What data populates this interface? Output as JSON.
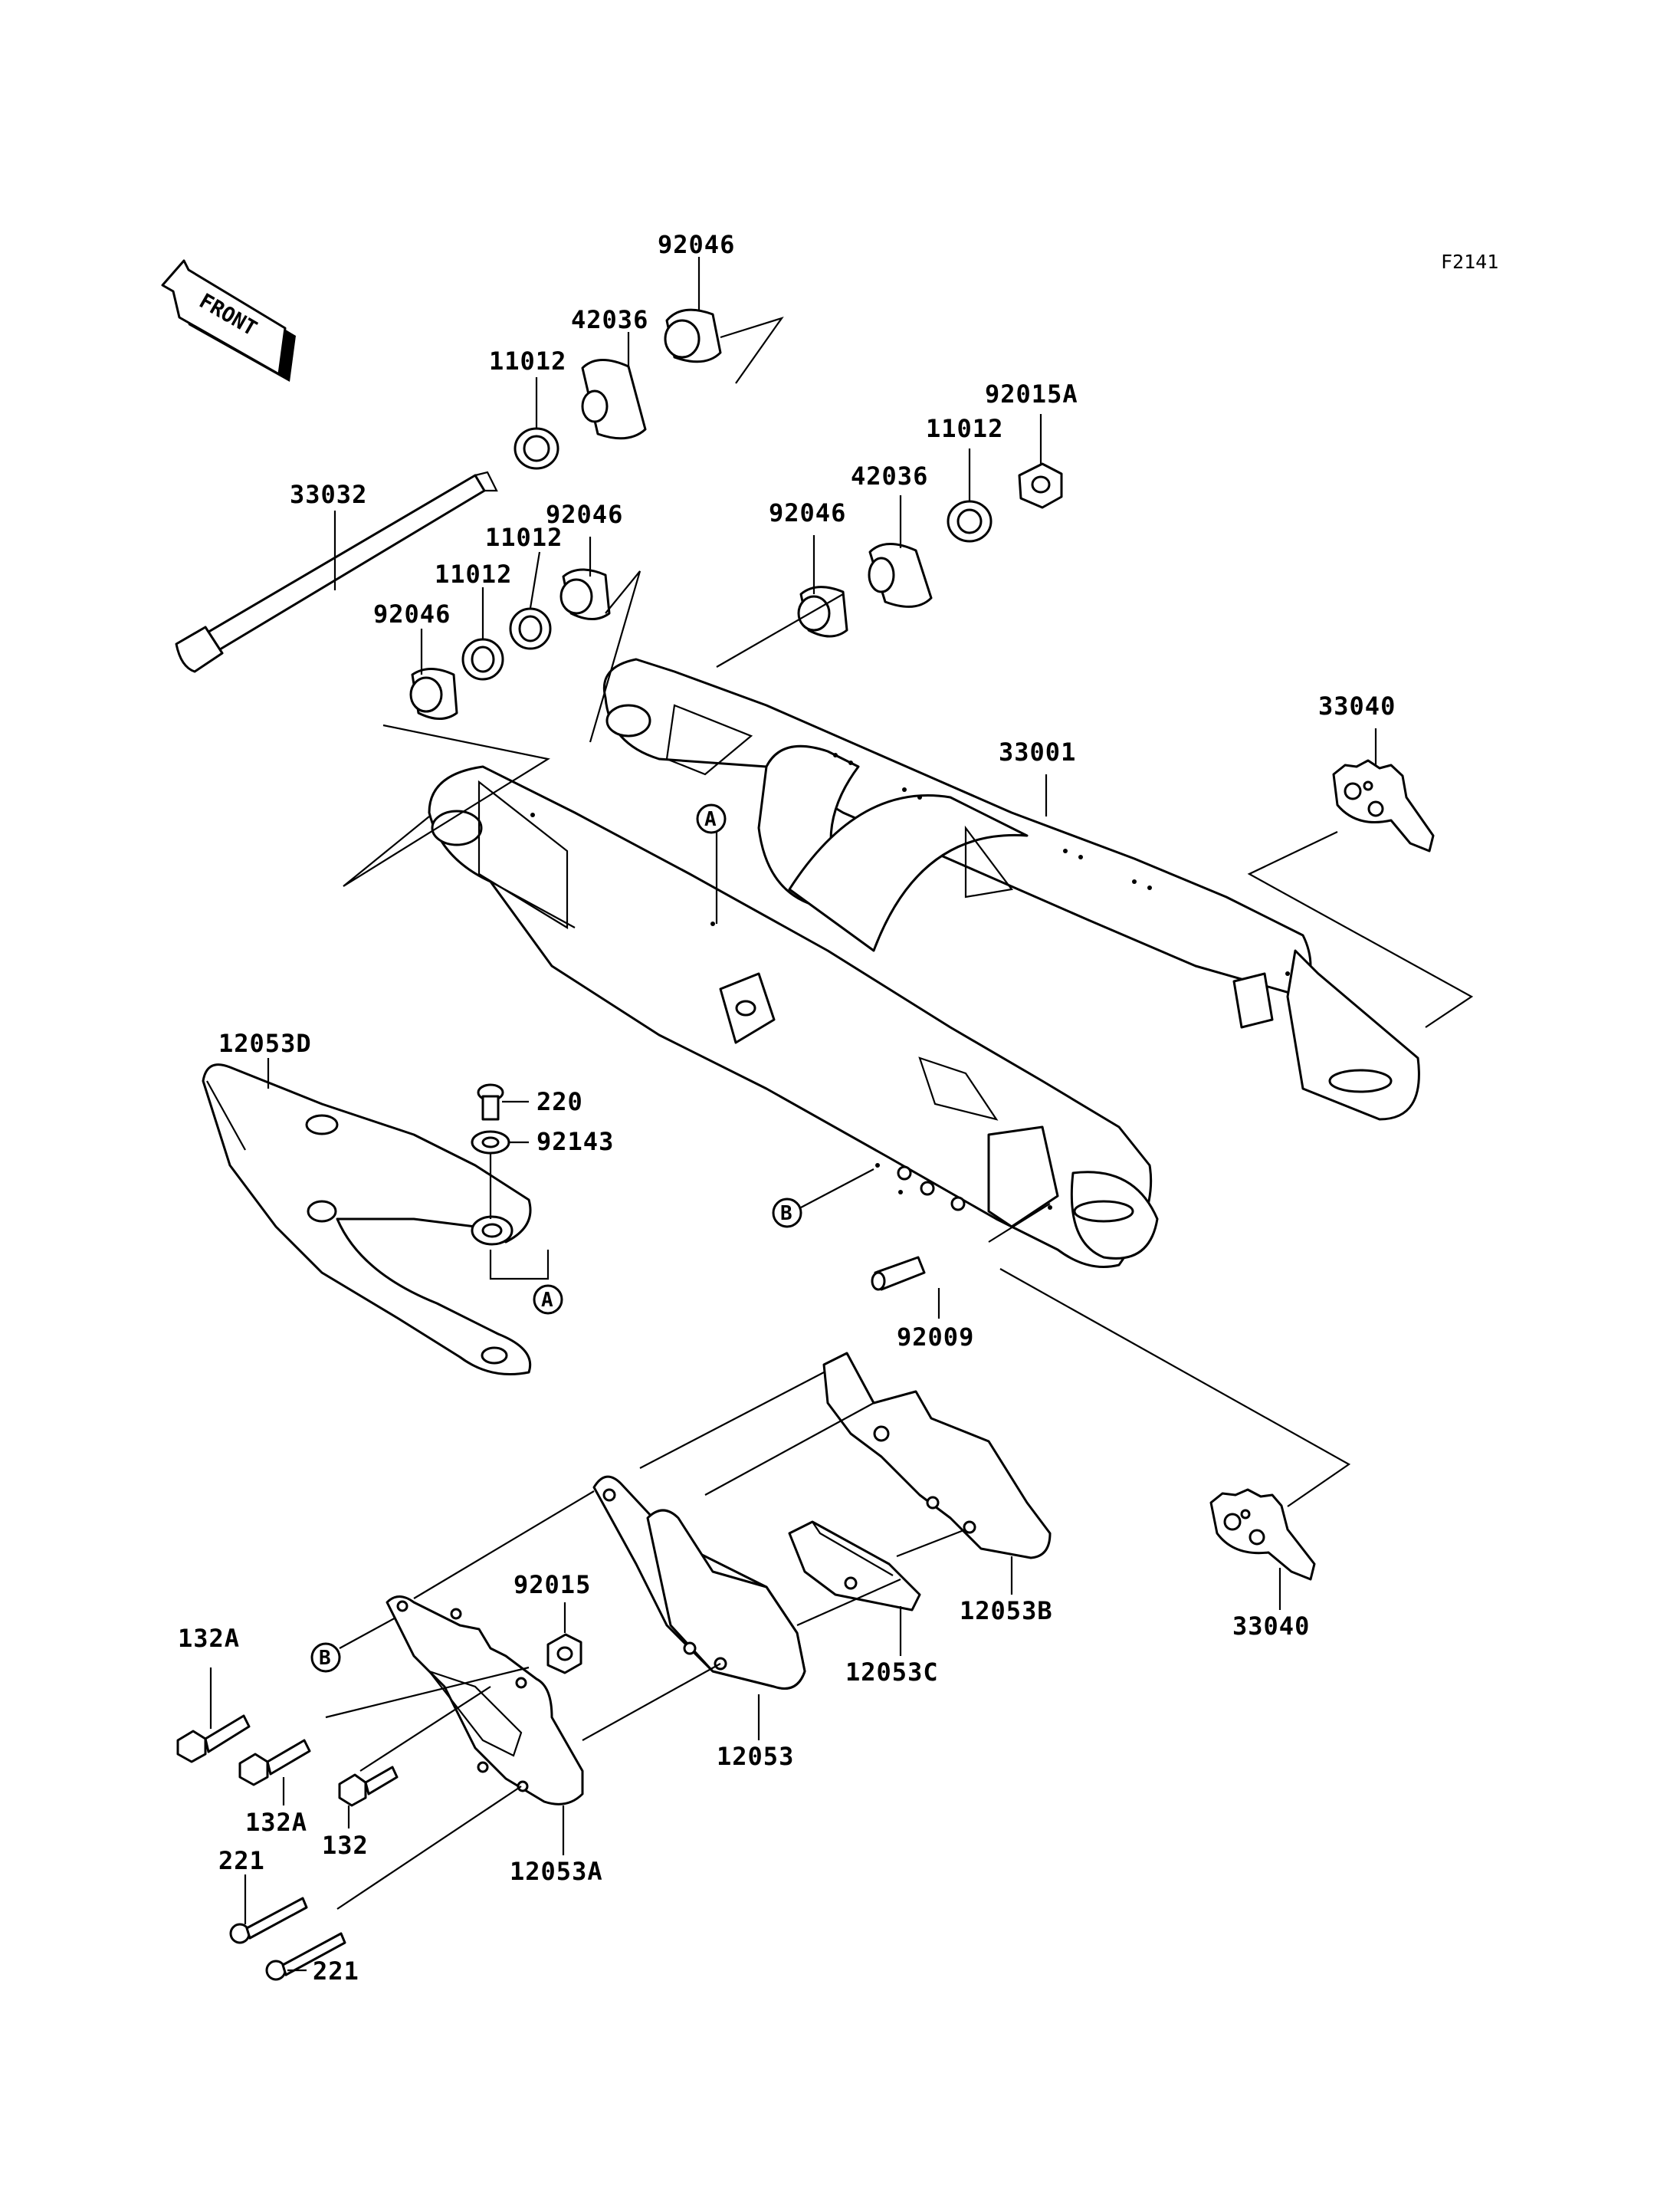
{
  "figure_id": "F2141",
  "front_label": "FRONT",
  "labels": {
    "p33032": "33032",
    "p11012_top": "11012",
    "p42036_top": "42036",
    "p92046_top": "92046",
    "p92046_left": "92046",
    "p11012_left_a": "11012",
    "p11012_left_b": "11012",
    "p92046_left_b": "92046",
    "p92046_right": "92046",
    "p42036_right": "42036",
    "p11012_right": "11012",
    "p92015A": "92015A",
    "p33001": "33001",
    "p33040_top": "33040",
    "p12053D": "12053D",
    "p220": "220",
    "p92143": "92143",
    "p92009": "92009",
    "p12053B": "12053B",
    "p12053C": "12053C",
    "p12053": "12053",
    "p92015": "92015",
    "p33040_bottom": "33040",
    "p132A_top": "132A",
    "p132A_bottom": "132A",
    "p132": "132",
    "p221_left": "221",
    "p221_right": "221",
    "p12053A": "12053A"
  },
  "refs": {
    "A_arm": "A",
    "A_guide": "A",
    "B_arm": "B",
    "B_plate": "B"
  }
}
